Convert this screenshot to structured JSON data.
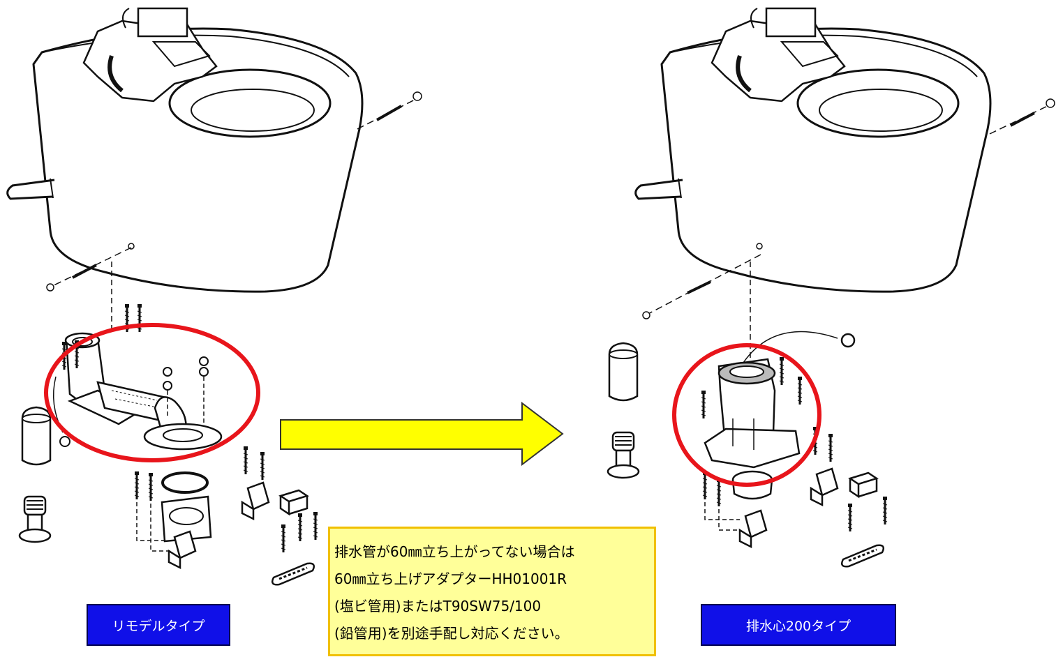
{
  "labels": {
    "left": "リモデルタイプ",
    "right": "排水心200タイプ"
  },
  "note": {
    "lines": [
      "排水管が60㎜立ち上がってない場合は",
      "60㎜立ち上げアダプターHH01001R",
      "(塩ビ管用)またはT90SW75/100",
      "(鉛管用)を別途手配し対応ください。"
    ]
  },
  "colors": {
    "highlight_circle": "#e8151b",
    "arrow_fill": "#ffff00",
    "label_bg": "#1010e8",
    "note_bg": "#ffff99",
    "note_border": "#f0c000"
  }
}
